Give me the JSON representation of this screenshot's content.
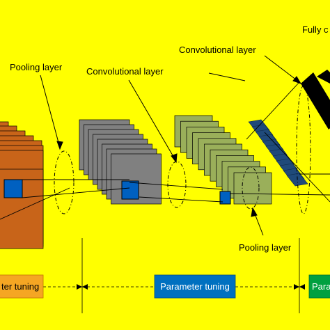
{
  "labels": {
    "pooling_1": "Pooling layer",
    "convolutional_1": "Convolutional layer",
    "convolutional_2": "Convolutional layer",
    "fully_connected_partial": "Fully c",
    "pooling_2": "Pooling layer"
  },
  "stages": {
    "left_partial": "ter tuning",
    "middle": "Parameter tuning",
    "right_partial": "Para"
  },
  "colors": {
    "background": "#ffff00",
    "input_maps": "#c86419",
    "conv1_maps": "#808080",
    "conv2_maps": "#9aaf5a",
    "pool_maps": "#1f4a7a",
    "kernel": "#0060c0",
    "stage_left": "#f5a623",
    "stage_middle": "#0070c0",
    "stage_right": "#00a040"
  }
}
